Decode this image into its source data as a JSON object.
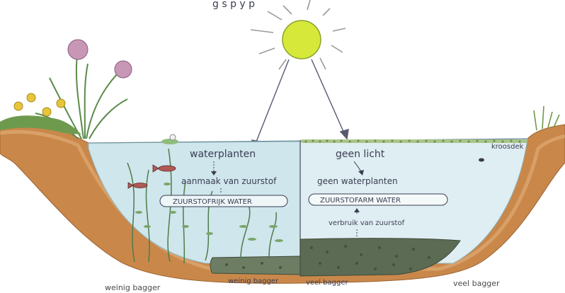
{
  "header_text": "g     s  p  y           p",
  "left": {
    "label_waterplanten": "waterplanten",
    "label_aanmaak": "aanmaak van zuurstof",
    "label_zuurstofrijk": "ZUURSTOFRIJK WATER",
    "label_weinig_bagger_bottom": "weinig bagger",
    "caption": "weinig bagger"
  },
  "right": {
    "label_kroosdek": "kroosdek",
    "label_geen_licht": "geen licht",
    "label_geen_waterplanten": "geen waterplanten",
    "label_zuurstofarm": "ZUURSTOFARM WATER",
    "label_verbruik": "verbruik van zuurstof",
    "label_veel_bagger_bottom": "veel bagger",
    "caption": "veel bagger"
  },
  "colors": {
    "sun": "#d6e83a",
    "water_left": "#cfe6ec",
    "water_right": "#dfeef2",
    "soil": "#c9884a",
    "sludge": "#5b6b54",
    "text": "#3a3d52"
  }
}
